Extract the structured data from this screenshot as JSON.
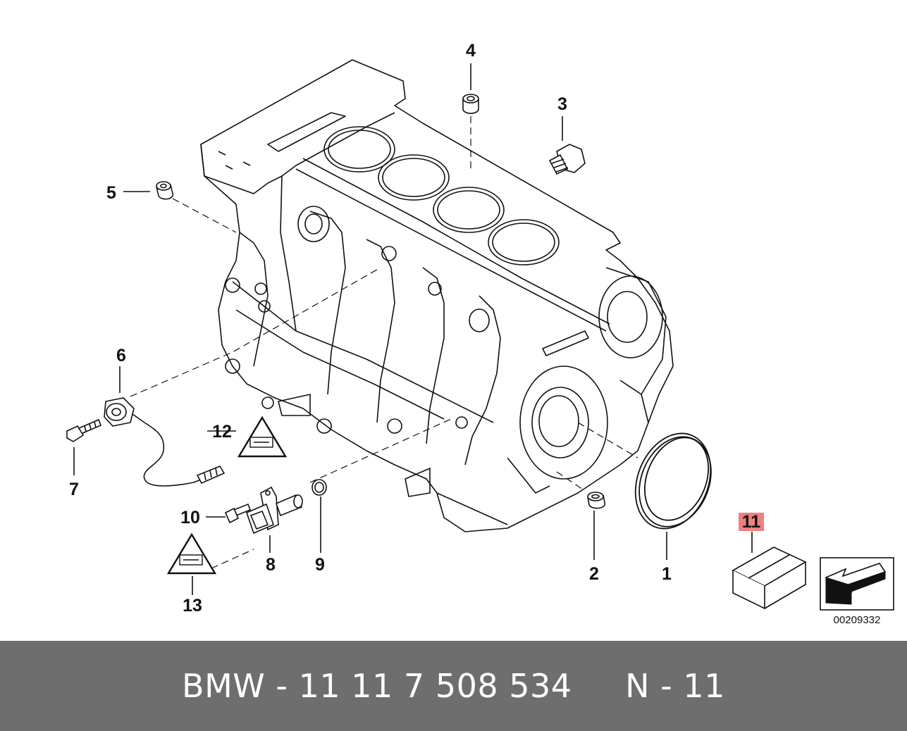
{
  "colors": {
    "line": "#111111",
    "highlight": "#f07f7f",
    "footer_bg": "#6e6e6e",
    "footer_text": "#ffffff"
  },
  "callouts": {
    "c1": "1",
    "c2": "2",
    "c3": "3",
    "c4": "4",
    "c5": "5",
    "c6": "6",
    "c7": "7",
    "c8": "8",
    "c9": "9",
    "c10": "10",
    "c11": "11",
    "c12": "12",
    "c13": "13"
  },
  "figure_number": "00209332",
  "footer": {
    "text": "BMW - 11 11 7 508 534     N - 11"
  }
}
